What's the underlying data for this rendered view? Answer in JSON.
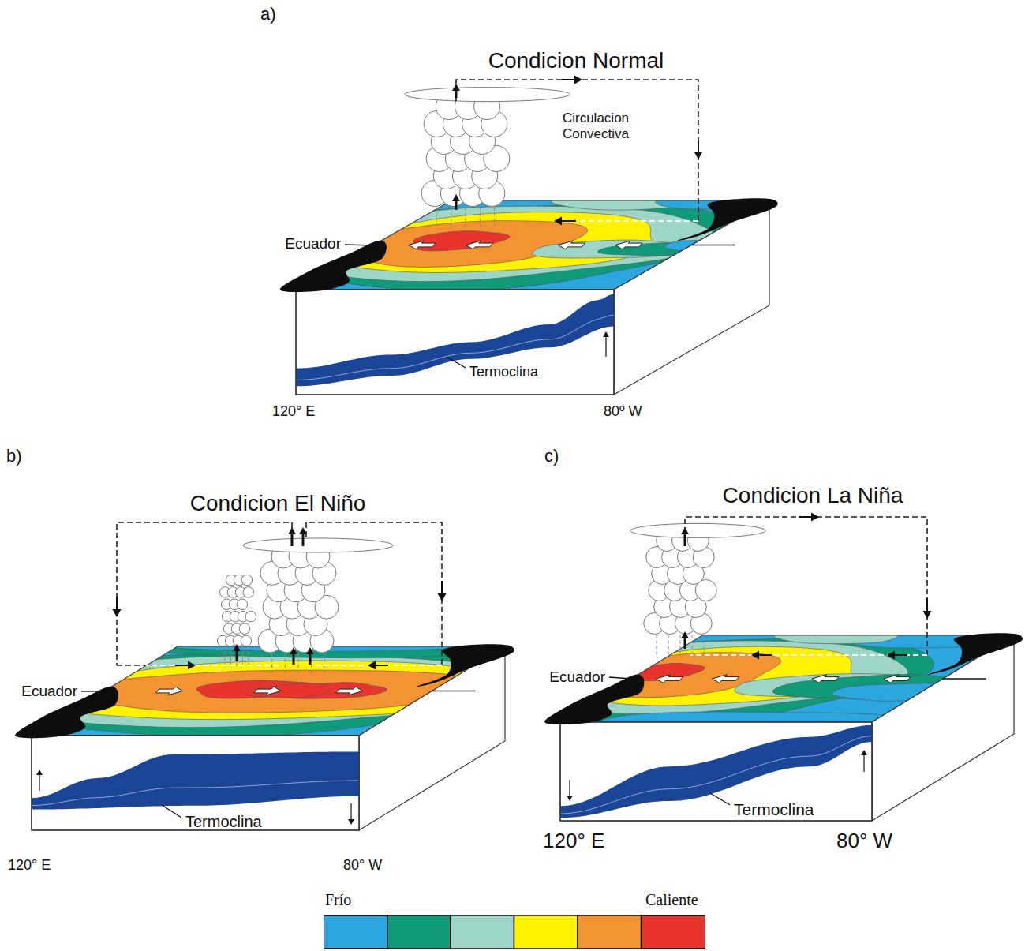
{
  "diagram": {
    "labels": [
      "a)",
      "Condicion Normal",
      "Circulacion Convectiva",
      "Ecuador",
      "Termoclina",
      "120° E",
      "80º W",
      "b)",
      "Condicion El Niño",
      "Ecuador",
      "Termoclina",
      "120° E",
      "80° W",
      "c)",
      "Condicion La Niña",
      "Ecuador",
      "Termoclina",
      "120° E",
      "80° W"
    ],
    "legend": [
      {
        "text": "Frío",
        "color": "#2ba6de"
      },
      {
        "text": "Caliente",
        "color": "#e8342c"
      }
    ]
  }
}
